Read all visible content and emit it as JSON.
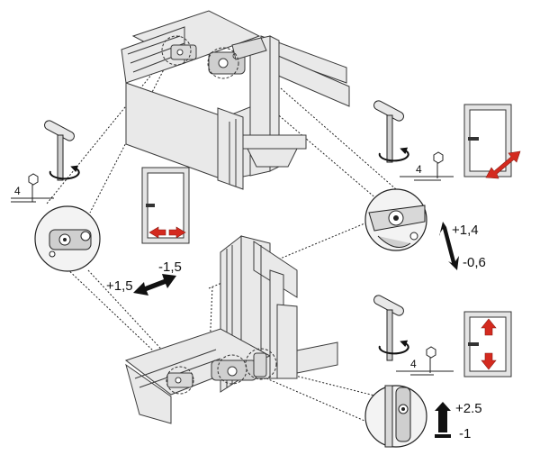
{
  "labels": {
    "hex_size_a": "4",
    "hex_size_b": "4",
    "hex_size_c": "4",
    "lateral_plus": "+1,5",
    "lateral_minus": "-1,5",
    "pressure_plus": "+1,4",
    "pressure_minus": "-0,6",
    "height_plus": "+2.5",
    "height_minus": "-1"
  },
  "colors": {
    "profile_fill": "#e9e9e9",
    "profile_line": "#3a3a3a",
    "arrow_red": "#d42a1f",
    "arrow_black": "#111111"
  },
  "icons": {
    "tool": "t-handle-hex-key-icon",
    "rotation": "rotate-arrow-icon",
    "hex": "hex-bolt-icon"
  }
}
